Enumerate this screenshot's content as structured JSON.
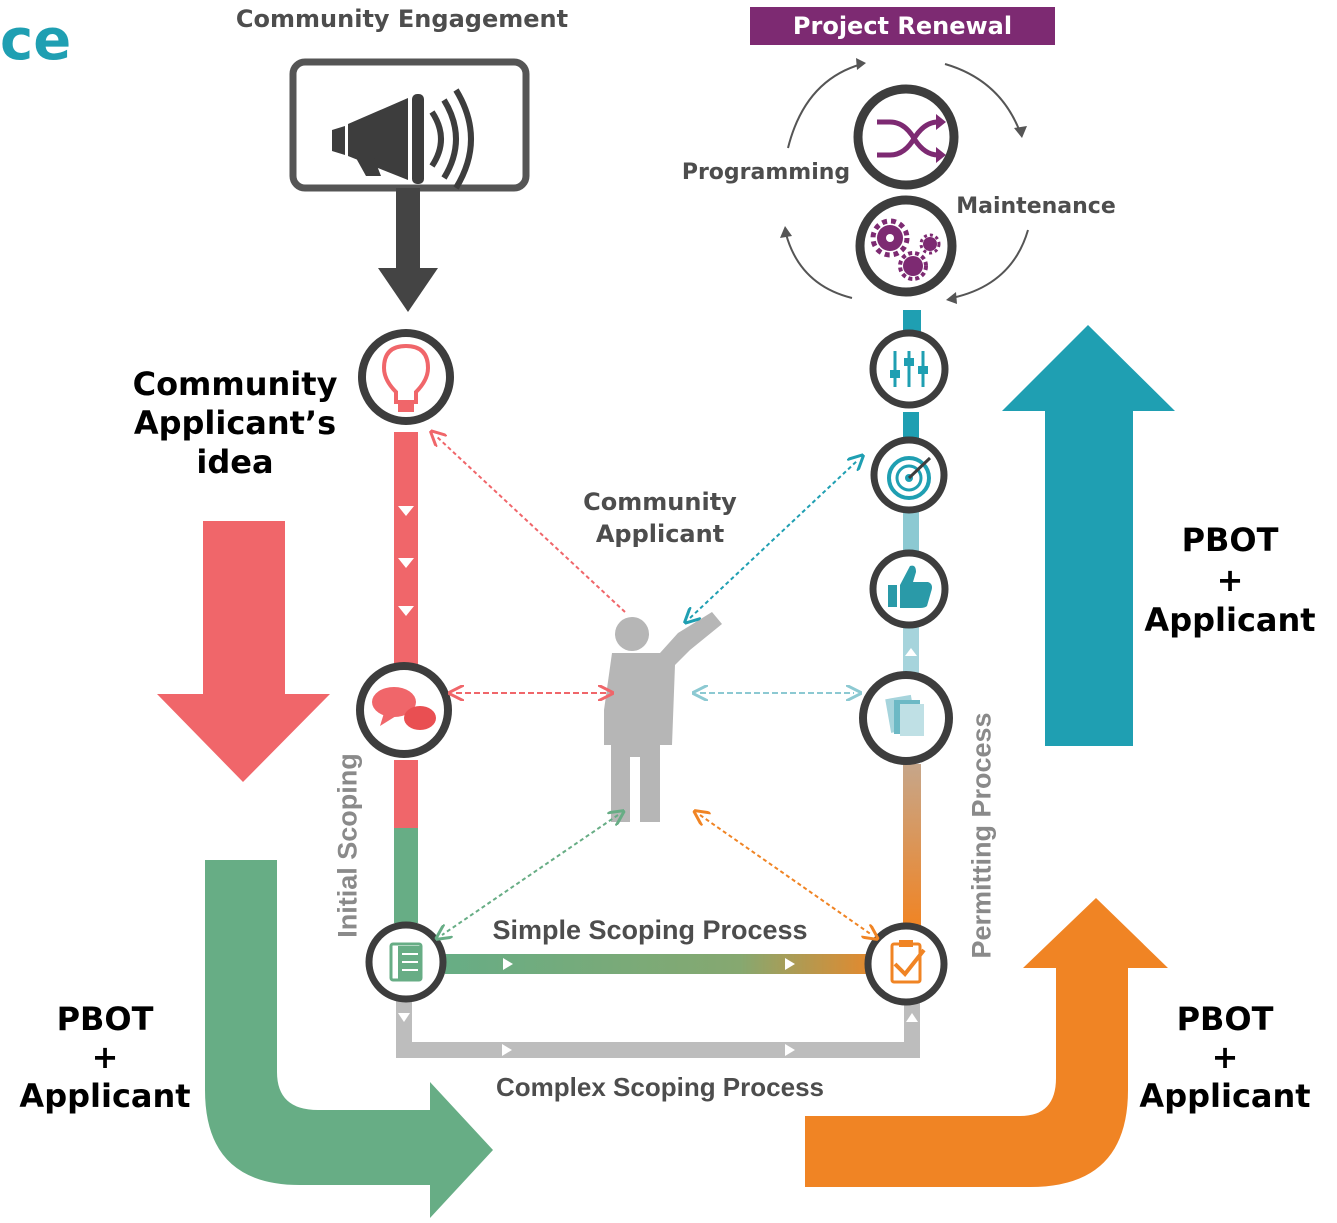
{
  "title_fragment": "ce",
  "labels": {
    "community_engagement": "Community Engagement",
    "project_renewal": "Project Renewal",
    "programming": "Programming",
    "maintenance": "Maintenance",
    "community_applicant_idea": [
      "Community",
      "Applicant’s",
      "idea"
    ],
    "community_applicant_center": [
      "Community",
      "Applicant"
    ],
    "simple_scoping": "Simple Scoping Process",
    "complex_scoping": "Complex Scoping Process",
    "initial_scoping": "Initial Scoping",
    "permitting_process": "Permitting Process",
    "pbot_right_top": [
      "PBOT",
      "+",
      "Applicant"
    ],
    "pbot_left_bottom": [
      "PBOT",
      "+",
      "Applicant"
    ],
    "pbot_right_bottom": [
      "PBOT",
      "+",
      "Applicant"
    ]
  },
  "colors": {
    "teal": "#1f9fb2",
    "coral": "#f0666a",
    "green": "#67ad85",
    "orange": "#f08424",
    "purple": "#7d2a72",
    "gray": "#bdbdbd",
    "dark": "#3d3d3d"
  },
  "icons": [
    "megaphone-icon",
    "shuffle-icon",
    "gears-icon",
    "lightbulb-icon",
    "sliders-icon",
    "target-icon",
    "thumbs-up-icon",
    "chat-bubbles-icon",
    "documents-icon",
    "checklist-icon",
    "clipboard-check-icon",
    "person-icon"
  ]
}
